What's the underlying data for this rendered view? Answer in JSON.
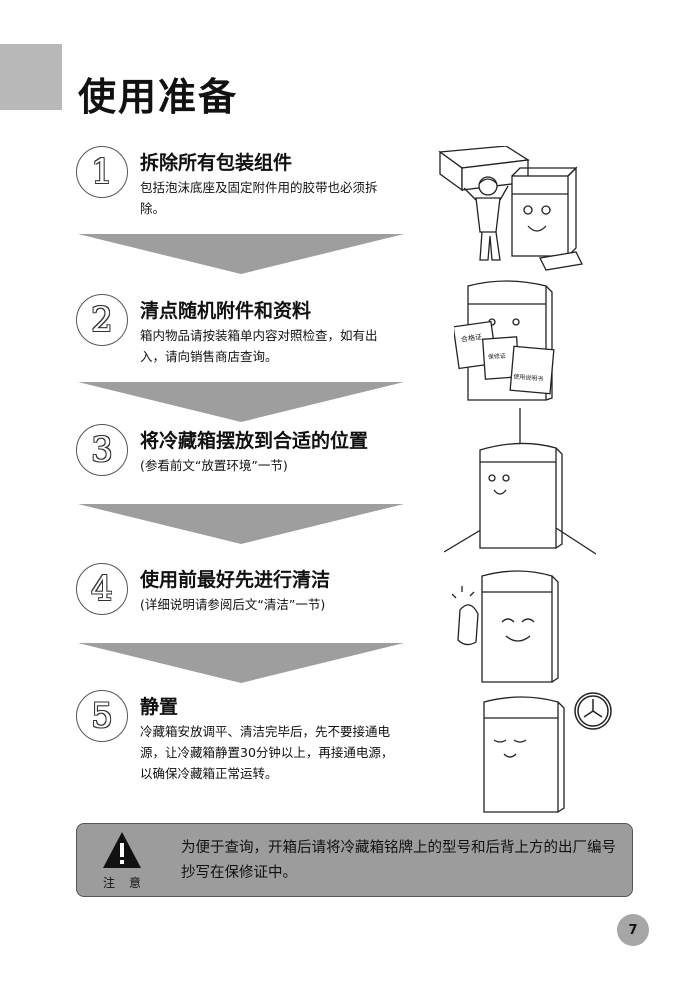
{
  "page": {
    "title": "使用准备",
    "number": "7"
  },
  "steps": [
    {
      "num": "1",
      "title": "拆除所有包装组件",
      "desc": "包括泡沫底座及固定附件用的胶带也必须拆除。"
    },
    {
      "num": "2",
      "title": "清点随机附件和资料",
      "desc": "箱内物品请按装箱单内容对照检查，如有出入，请向销售商店查询。"
    },
    {
      "num": "3",
      "title": "将冷藏箱摆放到合适的位置",
      "desc": "(参看前文“放置环境”一节)"
    },
    {
      "num": "4",
      "title": "使用前最好先进行清洁",
      "desc": "(详细说明请参阅后文“清洁”一节)"
    },
    {
      "num": "5",
      "title": "静置",
      "desc": "冷藏箱安放调平、清洁完毕后，先不要接通电源，让冷藏箱静置30分钟以上，再接通电源，以确保冷藏箱正常运转。"
    }
  ],
  "illustrations": {
    "documents": [
      "合格证",
      "保修证",
      "使用说明书"
    ]
  },
  "notice": {
    "label": "注意",
    "text": "为便于查询，开箱后请将冷藏箱铭牌上的型号和后背上方的出厂编号抄写在保修证中。"
  }
}
